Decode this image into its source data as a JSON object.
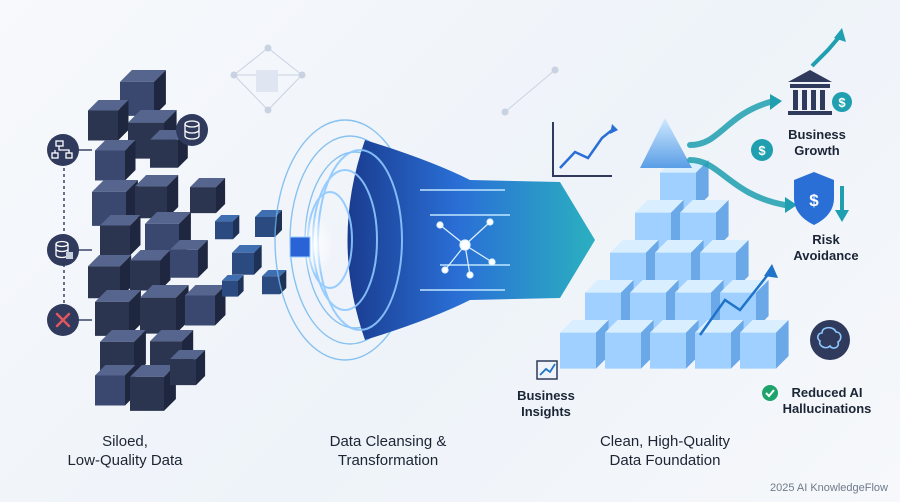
{
  "stages": [
    {
      "line1": "Siloed,",
      "line2": "Low-Quality Data"
    },
    {
      "line1": "Data Cleansing &",
      "line2": "Transformation"
    },
    {
      "line1": "Clean, High-Quality",
      "line2": "Data Foundation"
    }
  ],
  "outcomes": [
    {
      "line1": "Business",
      "line2": "Growth"
    },
    {
      "line1": "Risk",
      "line2": "Avoidance"
    },
    {
      "line1": "Reduced AI",
      "line2": "Hallucinations"
    }
  ],
  "insights": {
    "line1": "Business",
    "line2": "Insights"
  },
  "watermark": "2025 AI KnowledgeFlow",
  "colors": {
    "dark_cube": "#2b3550",
    "accent_blue": "#2a6fd6",
    "teal": "#1f9fb0",
    "error_red": "#d9434f",
    "success_green": "#1ea36a"
  }
}
